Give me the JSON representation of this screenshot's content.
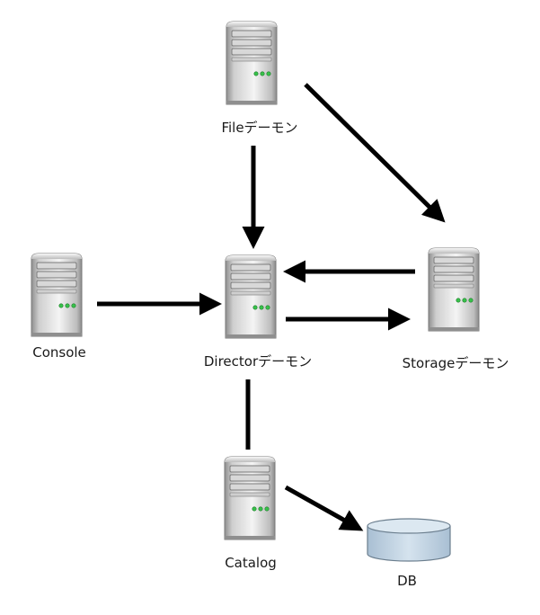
{
  "diagram": {
    "nodes": {
      "file": {
        "label": "Fileデーモン",
        "icon": "server-icon"
      },
      "console": {
        "label": "Console",
        "icon": "server-icon"
      },
      "director": {
        "label": "Directorデーモン",
        "icon": "server-icon"
      },
      "storage": {
        "label": "Storageデーモン",
        "icon": "server-icon"
      },
      "catalog": {
        "label": "Catalog",
        "icon": "server-icon"
      },
      "db": {
        "label": "DB",
        "icon": "database-icon"
      }
    },
    "edges": [
      {
        "from": "file",
        "to": "director",
        "arrow": true
      },
      {
        "from": "file",
        "to": "storage",
        "arrow": true
      },
      {
        "from": "console",
        "to": "director",
        "arrow": true
      },
      {
        "from": "storage",
        "to": "director",
        "arrow": true
      },
      {
        "from": "director",
        "to": "storage",
        "arrow": true
      },
      {
        "from": "director",
        "to": "catalog",
        "arrow": false
      },
      {
        "from": "catalog",
        "to": "db",
        "arrow": true
      }
    ],
    "colors": {
      "server_body": "#b9b9b9",
      "server_body_light": "#ececec",
      "led": "#37c24a",
      "db_fill": "#c9dae8",
      "arrow": "#000000"
    }
  }
}
